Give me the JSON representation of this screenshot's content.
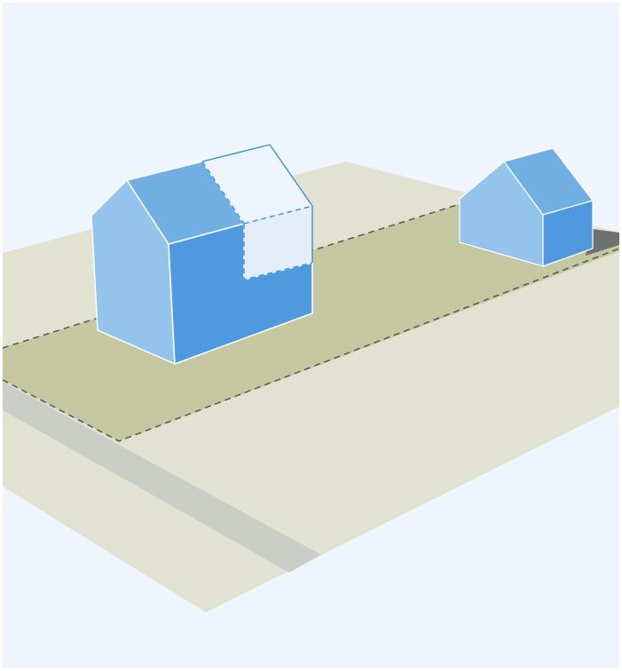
{
  "diagram": {
    "colors": {
      "background": "#eef5fc",
      "ground_light": "#e2e2d2",
      "plot_highlight": "#c5c7a0",
      "road": "#c9cec7",
      "house_roof": "#71aee2",
      "house_wall_front": "#4f9ade",
      "house_wall_side": "#94c4ec",
      "extension_fill": "#e4eef8",
      "extension_roof": "#eef4fb",
      "extension_outline": "#3f8fd6",
      "boundary_line": "#5f5f56",
      "shadow": "#6f7270"
    },
    "elements": [
      "main-house",
      "proposed-extension",
      "neighbour-house",
      "plot-boundary",
      "road"
    ]
  }
}
